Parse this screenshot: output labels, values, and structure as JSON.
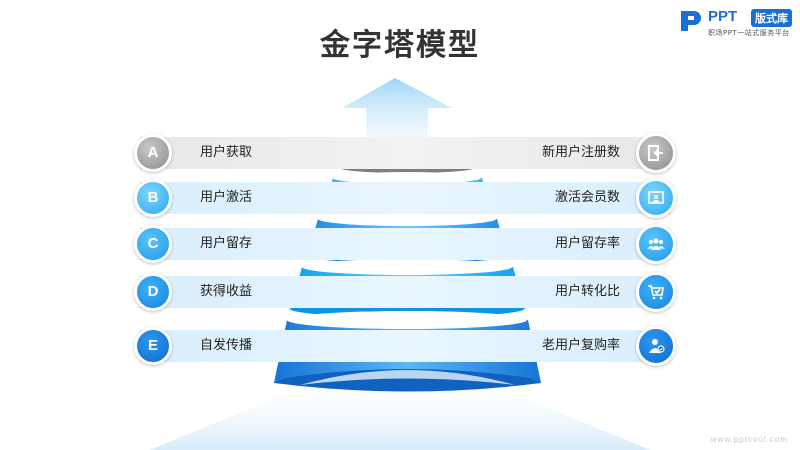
{
  "title": "金字塔模型",
  "logo": {
    "brand": "PPT",
    "badge": "版式库",
    "tagline": "职场PPT一站式服务平台"
  },
  "watermark": "www.pptcool.com",
  "colors": {
    "title": "#333333",
    "gray_tier": "#9e9e9e",
    "light_blue": "#4fc3f7",
    "deep_blue": "#1e88e5",
    "band_gray": "#ececec",
    "band_blue": "#e3f3fd"
  },
  "rows": [
    {
      "letter": "A",
      "left_label": "用户获取",
      "right_label": "新用户注册数",
      "icon": "login-icon"
    },
    {
      "letter": "B",
      "left_label": "用户激活",
      "right_label": "激活会员数",
      "icon": "user-card-icon"
    },
    {
      "letter": "C",
      "left_label": "用户留存",
      "right_label": "用户留存率",
      "icon": "user-group-icon"
    },
    {
      "letter": "D",
      "left_label": "获得收益",
      "right_label": "用户转化比",
      "icon": "cart-check-icon"
    },
    {
      "letter": "E",
      "left_label": "自发传播",
      "right_label": "老用户复购率",
      "icon": "user-badge-icon"
    }
  ]
}
